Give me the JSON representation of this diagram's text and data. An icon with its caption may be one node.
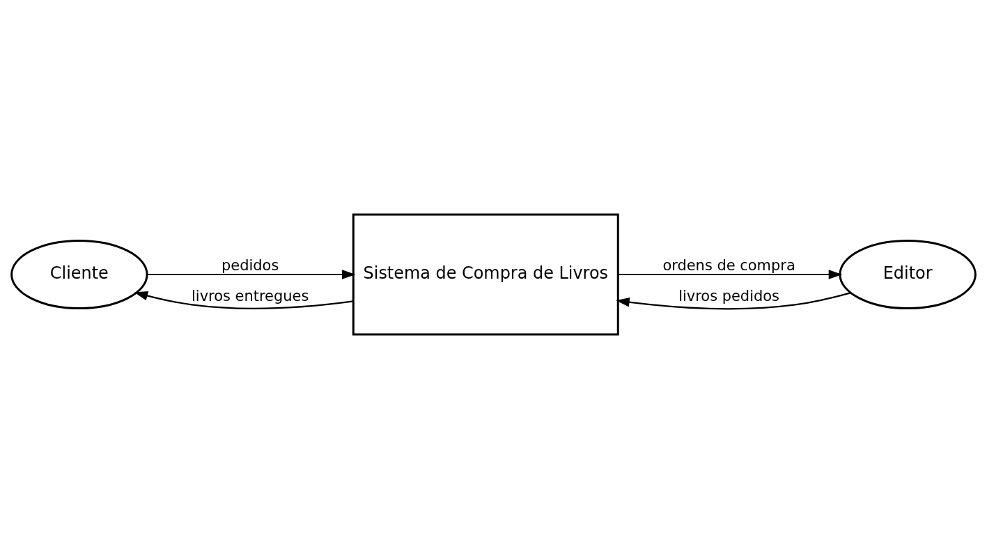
{
  "diagram": {
    "nodes": [
      {
        "text": [
          "Cliente"
        ]
      },
      {
        "text": [
          "Sistema de Compra de Livros"
        ]
      },
      {
        "text": [
          "Editor"
        ]
      }
    ],
    "edges": [
      {
        "from": 0,
        "to": 1,
        "arrow": "to",
        "label": "pedidos"
      },
      {
        "from": 1,
        "to": 0,
        "arrow": "to",
        "label": "livros entregues"
      },
      {
        "from": 1,
        "to": 2,
        "arrow": "to",
        "label": "ordens de compra"
      },
      {
        "from": 2,
        "to": 1,
        "arrow": "to",
        "label": "livros pedidos"
      }
    ]
  }
}
